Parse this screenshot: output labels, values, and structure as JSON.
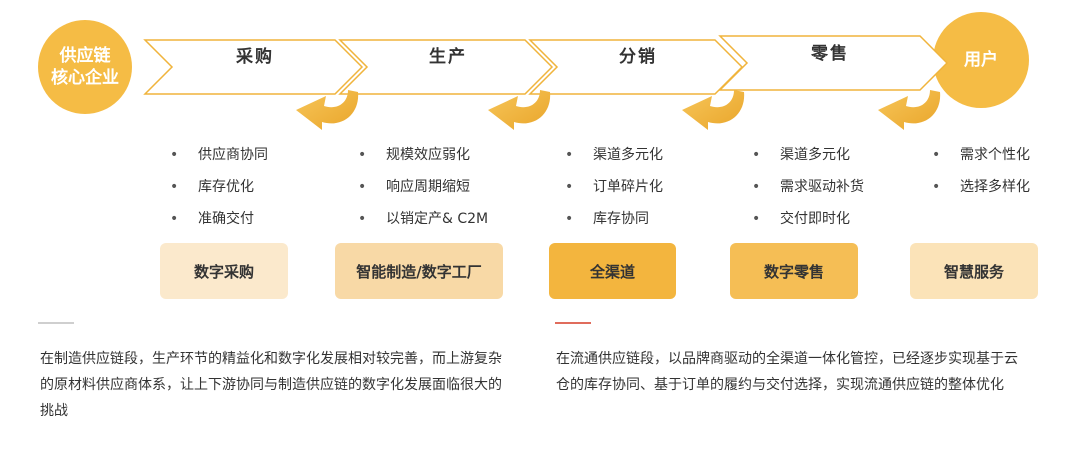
{
  "core_circle": {
    "line1": "供应链",
    "line2": "核心企业"
  },
  "user_circle": {
    "label": "用户"
  },
  "stages": [
    {
      "label": "采购"
    },
    {
      "label": "生产"
    },
    {
      "label": "分销"
    },
    {
      "label": "零售"
    }
  ],
  "bullet_marker": "•",
  "columns": [
    {
      "items": [
        "供应商协同",
        "库存优化",
        "准确交付"
      ]
    },
    {
      "items": [
        "规模效应弱化",
        "响应周期缩短",
        "以销定产& C2M"
      ]
    },
    {
      "items": [
        "渠道多元化",
        "订单碎片化",
        "库存协同"
      ]
    },
    {
      "items": [
        "渠道多元化",
        "需求驱动补货",
        "交付即时化"
      ]
    },
    {
      "items": [
        "需求个性化",
        "选择多样化"
      ]
    }
  ],
  "boxes": [
    {
      "label": "数字采购",
      "color": "#fbe9cc"
    },
    {
      "label": "智能制造/数字工厂",
      "color": "#f8d9a6"
    },
    {
      "label": "全渠道",
      "color": "#f3b53e"
    },
    {
      "label": "数字零售",
      "color": "#f5be55"
    },
    {
      "label": "智慧服务",
      "color": "#fbe3b8"
    }
  ],
  "colors": {
    "accent": "#f5bc45",
    "arrow_stroke": "#f0b43c",
    "curve_arrow": "#f2b337",
    "rule_left": "#cfcfcf",
    "rule_right": "#e06c5c"
  },
  "paragraphs": {
    "left": "在制造供应链段，生产环节的精益化和数字化发展相对较完善，而上游复杂的原材料供应商体系，让上下游协同与制造供应链的数字化发展面临很大的挑战",
    "right": "在流通供应链段，以品牌商驱动的全渠道一体化管控，已经逐步实现基于云仓的库存协同、基于订单的履约与交付选择，实现流通供应链的整体优化"
  }
}
